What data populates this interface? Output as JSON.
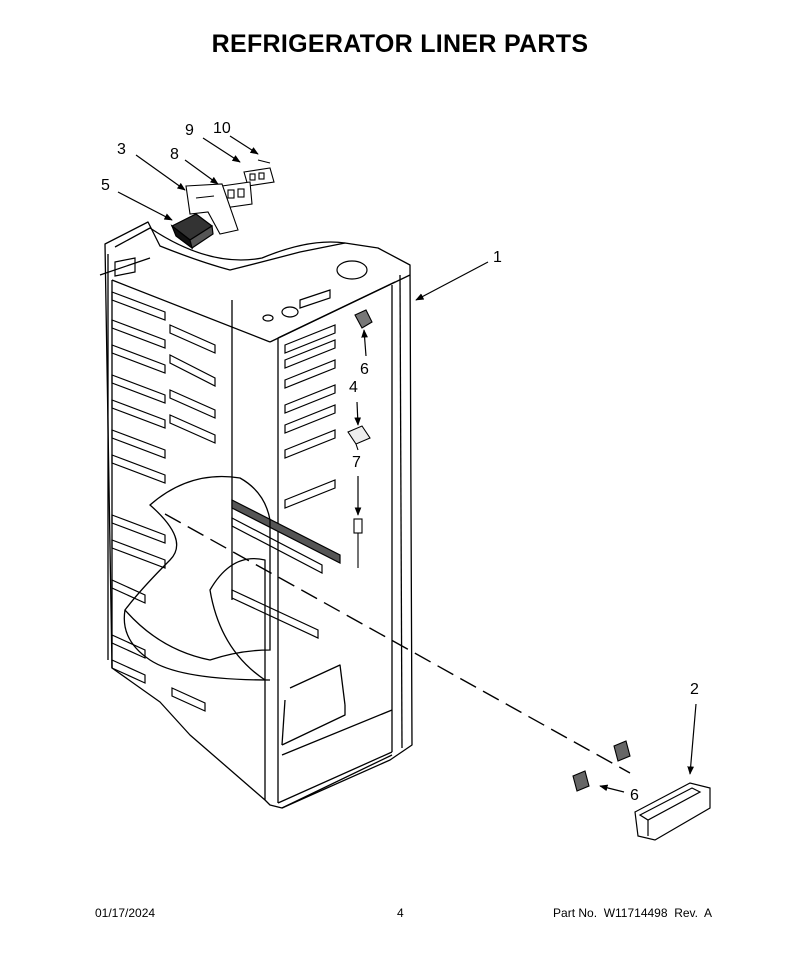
{
  "title": "REFRIGERATOR LINER PARTS",
  "callouts": {
    "c1": "1",
    "c2": "2",
    "c3": "3",
    "c4": "4",
    "c5": "5",
    "c6a": "6",
    "c6b": "6",
    "c7": "7",
    "c8": "8",
    "c9": "9",
    "c10": "10"
  },
  "footer": {
    "date": "01/17/2024",
    "page": "4",
    "part": "Part No.  W11714498  Rev.  A"
  }
}
